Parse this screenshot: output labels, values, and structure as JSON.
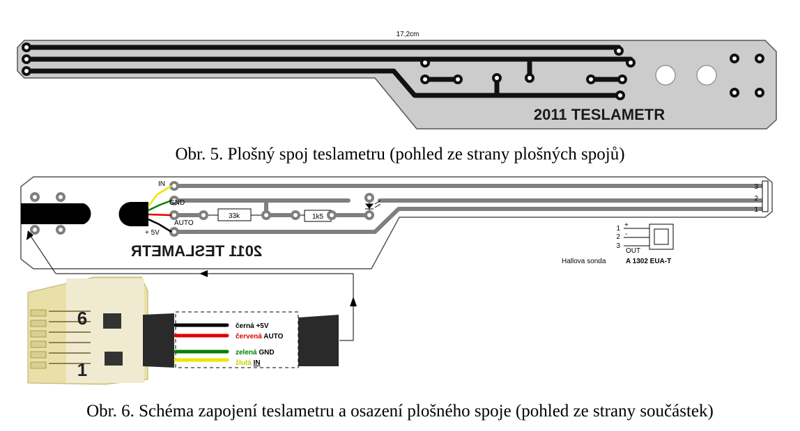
{
  "pcb_top": {
    "dimension_label": "17,2cm",
    "board_text": "2011 TESLAMETR"
  },
  "caption_5": "Obr. 5. Plošný spoj teslametru (pohled ze strany plošných spojů)",
  "pcb_bottom": {
    "board_text": "2011 TESLAMETR",
    "labels": {
      "in": "IN",
      "gnd": "GND",
      "auto": "AUTO",
      "plus5v": "+ 5V",
      "resistor_1": "33k",
      "resistor_2": "1k5",
      "pin_3": "3",
      "pin_2": "2",
      "pin_1": "1"
    }
  },
  "hall_sensor": {
    "pin_1": "1",
    "pin_2": "2",
    "pin_3": "3",
    "plus": "+",
    "minus": "-",
    "out": "OUT",
    "name": "Hallova sonda",
    "part": "A 1302 EUA-T"
  },
  "cable": {
    "connector_numbers": [
      "6",
      "1"
    ],
    "wires": [
      {
        "color_name": "černá",
        "signal": "+5V",
        "color": "#000000"
      },
      {
        "color_name": "červená",
        "signal": "AUTO",
        "color": "#e00000"
      },
      {
        "color_name": "zelená",
        "signal": "GND",
        "color": "#008000"
      },
      {
        "color_name": "žlutá",
        "signal": "IN",
        "color": "#e8e800"
      }
    ]
  },
  "caption_6": "Obr. 6. Schéma zapojení teslametru a osazení plošného spoje (pohled ze strany součástek)",
  "colors": {
    "board": "#cccccc",
    "trace_top": "#111111",
    "trace_bottom": "#7f7f7f"
  }
}
